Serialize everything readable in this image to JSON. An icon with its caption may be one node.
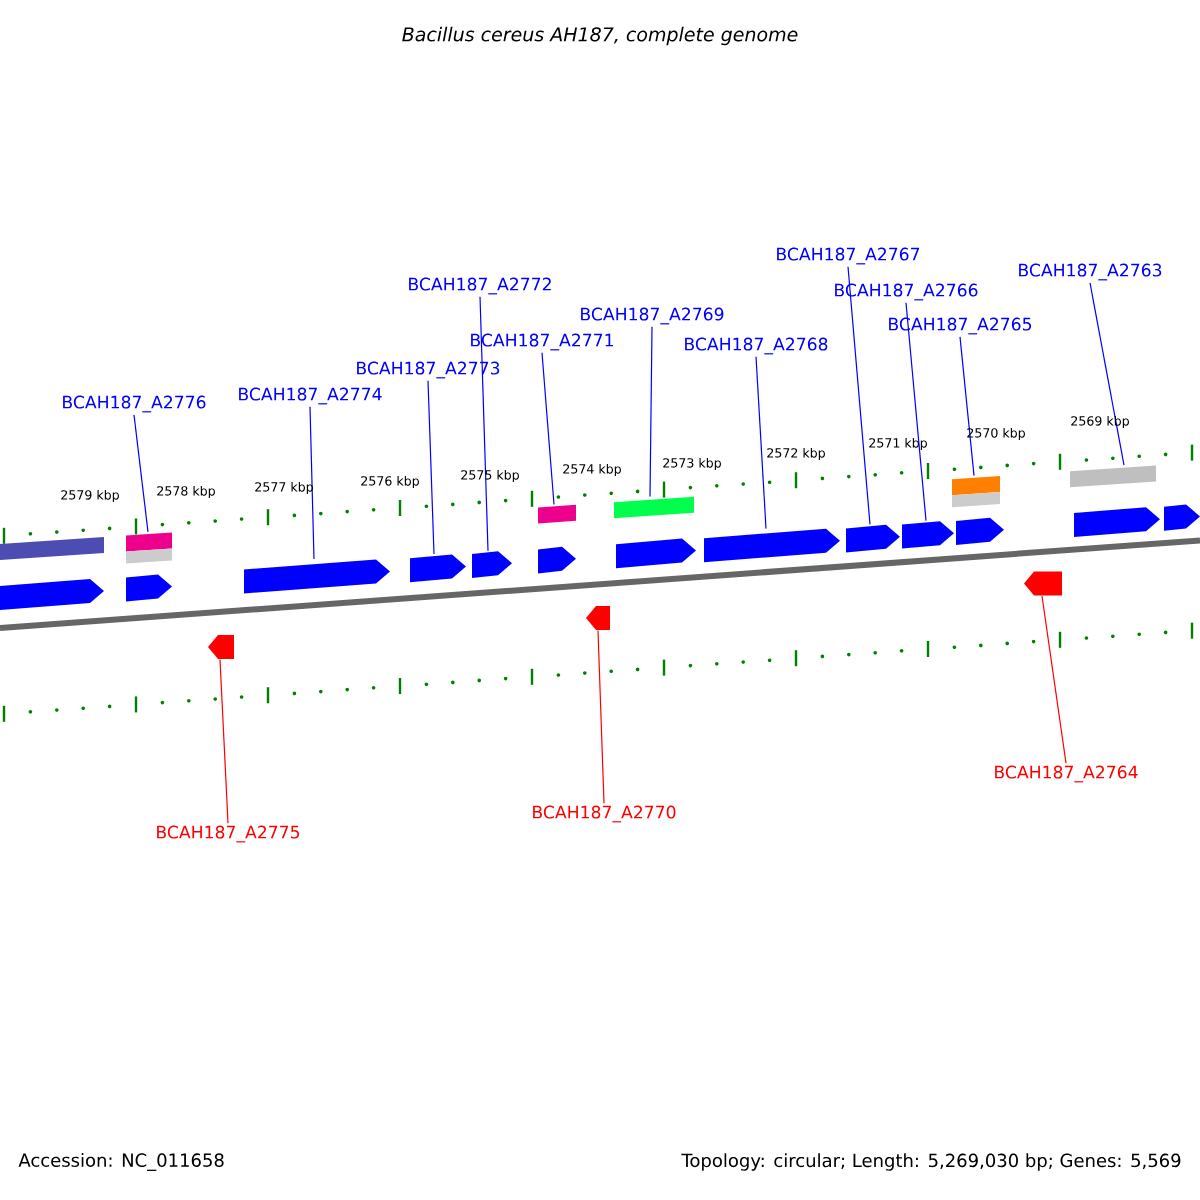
{
  "diagram": {
    "title": "Bacillus cereus AH187, complete genome",
    "nodes": [
      {
        "text": [
          "BCAH187_A2776"
        ]
      },
      {
        "text": [
          "BCAH187_A2774"
        ]
      },
      {
        "text": [
          "BCAH187_A2773"
        ]
      },
      {
        "text": [
          "BCAH187_A2772"
        ]
      },
      {
        "text": [
          "BCAH187_A2771"
        ]
      },
      {
        "text": [
          "BCAH187_A2769"
        ]
      },
      {
        "text": [
          "BCAH187_A2768"
        ]
      },
      {
        "text": [
          "BCAH187_A2767"
        ]
      },
      {
        "text": [
          "BCAH187_A2766"
        ]
      },
      {
        "text": [
          "BCAH187_A2765"
        ]
      },
      {
        "text": [
          "BCAH187_A2763"
        ]
      },
      {
        "text": [
          "BCAH187_A2775"
        ]
      },
      {
        "text": [
          "BCAH187_A2770"
        ]
      },
      {
        "text": [
          "BCAH187_A2764"
        ]
      },
      {
        "text": [],
        "shape": "bar"
      },
      {
        "text": [],
        "shape": "bar"
      },
      {
        "text": [],
        "shape": "bar"
      },
      {
        "text": [],
        "shape": "bar"
      },
      {
        "text": [],
        "shape": "bar"
      },
      {
        "text": [],
        "shape": "bar"
      },
      {
        "text": [],
        "shape": "arrow"
      },
      {
        "text": [],
        "shape": "arrow"
      },
      {
        "text": [],
        "shape": "arrow"
      },
      {
        "text": [],
        "shape": "arrow"
      },
      {
        "text": [],
        "shape": "arrow"
      },
      {
        "text": [],
        "shape": "arrow"
      },
      {
        "text": [],
        "shape": "arrow"
      },
      {
        "text": [],
        "shape": "arrow"
      },
      {
        "text": [],
        "shape": "arrow"
      },
      {
        "text": [],
        "shape": "arrow"
      },
      {
        "text": [],
        "shape": "arrow"
      },
      {
        "text": [],
        "shape": "arrow"
      },
      {
        "text": [],
        "shape": "arrow"
      },
      {
        "text": [],
        "shape": "arrow"
      },
      {
        "text": [],
        "shape": "arrow"
      },
      {
        "text": [],
        "shape": "arrow"
      }
    ],
    "edges": [
      {
        "from": 0,
        "to": 15,
        "arrow": "none"
      },
      {
        "from": 1,
        "to": 22,
        "arrow": "none"
      },
      {
        "from": 2,
        "to": 23,
        "arrow": "none"
      },
      {
        "from": 3,
        "to": 24,
        "arrow": "none"
      },
      {
        "from": 4,
        "to": 16,
        "arrow": "none"
      },
      {
        "from": 5,
        "to": 17,
        "arrow": "none"
      },
      {
        "from": 6,
        "to": 27,
        "arrow": "none"
      },
      {
        "from": 7,
        "to": 28,
        "arrow": "none"
      },
      {
        "from": 8,
        "to": 29,
        "arrow": "none"
      },
      {
        "from": 9,
        "to": 18,
        "arrow": "none"
      },
      {
        "from": 10,
        "to": 19,
        "arrow": "none"
      },
      {
        "from": 11,
        "to": 33,
        "arrow": "none",
        "color": "#ff0000"
      },
      {
        "from": 12,
        "to": 34,
        "arrow": "none",
        "color": "#ff0000"
      },
      {
        "from": 13,
        "to": 35,
        "arrow": "none",
        "color": "#ff0000"
      }
    ],
    "labels": [
      "2579 kbp",
      "2578 kbp",
      "2577 kbp",
      "2576 kbp",
      "2575 kbp",
      "2574 kbp",
      "2573 kbp",
      "2572 kbp",
      "2571 kbp",
      "2570 kbp",
      "2569 kbp",
      "Accession: NC_011658",
      "Topology: circular; Length: 5,269,030 bp; Genes: 5,569"
    ]
  }
}
